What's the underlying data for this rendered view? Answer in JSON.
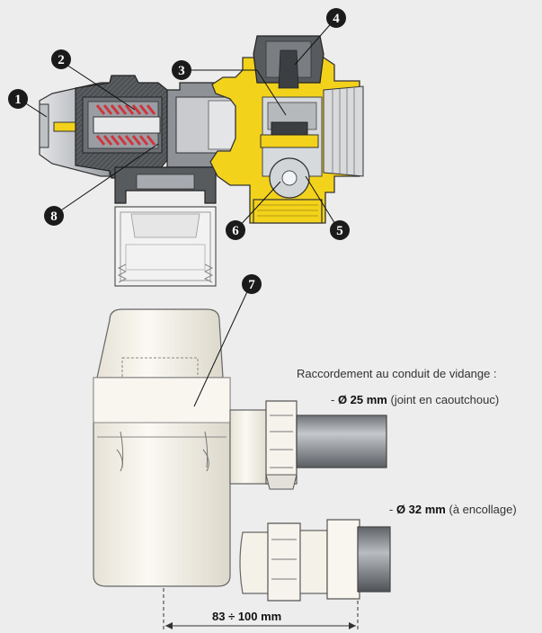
{
  "markers": [
    "1",
    "2",
    "3",
    "4",
    "5",
    "6",
    "7",
    "8"
  ],
  "connection": {
    "title": "Raccordement au conduit de vidange :",
    "option_25": {
      "prefix": "- ",
      "size": "Ø 25 mm",
      "note": " (joint en caoutchouc)"
    },
    "option_32": {
      "prefix": "- ",
      "size": "Ø 32 mm",
      "note": " (à encollage)"
    }
  },
  "dimension": {
    "label": "83 ÷ 100 mm"
  },
  "colors": {
    "background": "#ededed",
    "brass": "#f3d21c",
    "dark_plastic": "#585b5e",
    "mid_grey": "#8e9297",
    "light_grey": "#c9cbce",
    "spring_red": "#d1343c",
    "trap_white": "#f4f1e8",
    "marker": "#1b1b1b"
  }
}
